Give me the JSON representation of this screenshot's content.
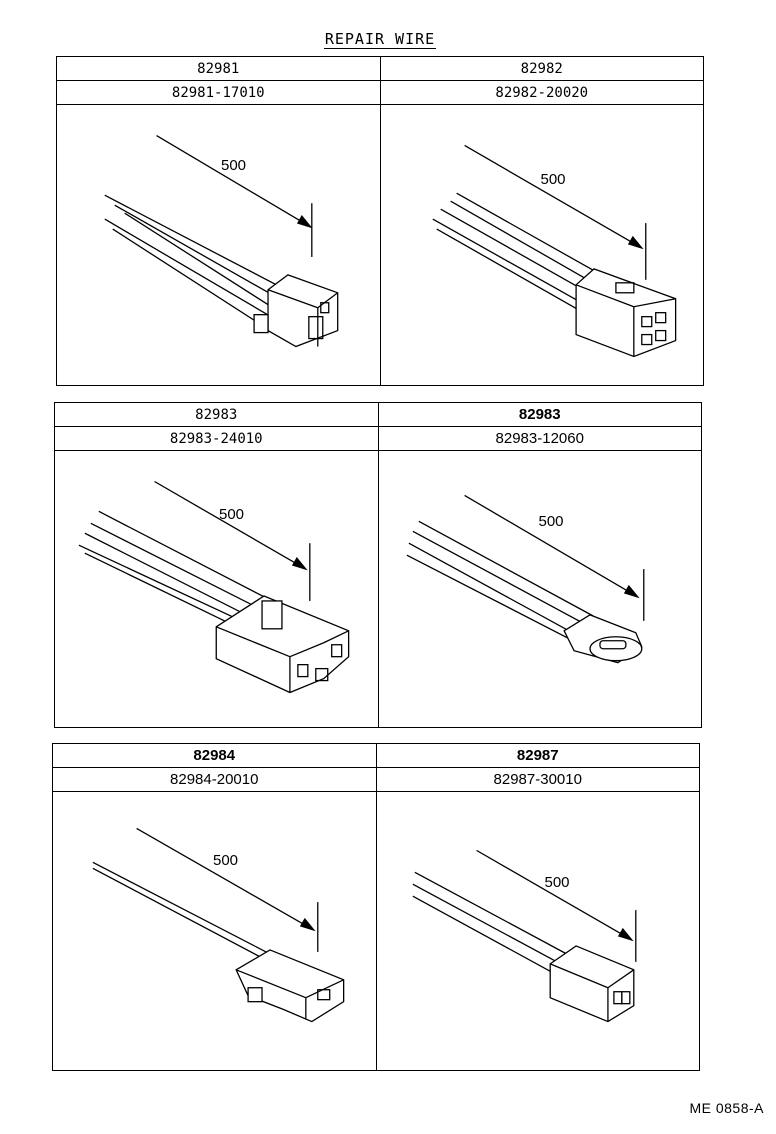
{
  "title": "REPAIR WIRE",
  "footer_code": "ME 0858-A",
  "parts": [
    {
      "code": "82981",
      "part_no": "82981-17010",
      "length": "500"
    },
    {
      "code": "82982",
      "part_no": "82982-20020",
      "length": "500"
    },
    {
      "code": "82983",
      "part_no": "82983-24010",
      "length": "500"
    },
    {
      "code": "82983",
      "part_no": "82983-12060",
      "length": "500"
    },
    {
      "code": "82984",
      "part_no": "82984-20010",
      "length": "500"
    },
    {
      "code": "82987",
      "part_no": "82987-30010",
      "length": "500"
    }
  ]
}
